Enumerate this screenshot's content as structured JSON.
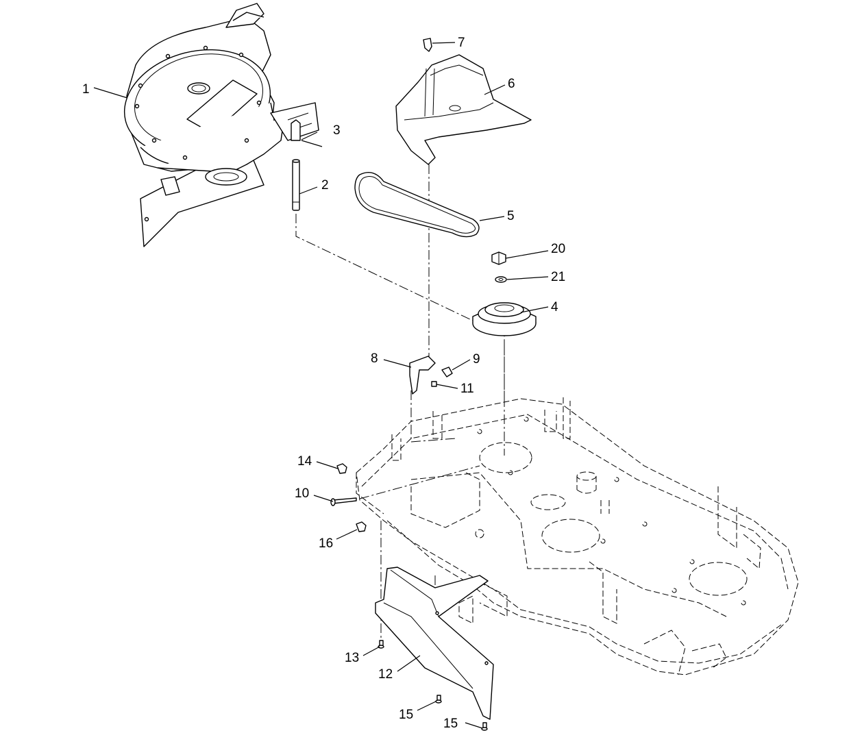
{
  "diagram": {
    "callouts": [
      {
        "id": "1",
        "text": "1"
      },
      {
        "id": "2",
        "text": "2"
      },
      {
        "id": "3",
        "text": "3"
      },
      {
        "id": "4",
        "text": "4"
      },
      {
        "id": "5",
        "text": "5"
      },
      {
        "id": "6",
        "text": "6"
      },
      {
        "id": "7",
        "text": "7"
      },
      {
        "id": "8",
        "text": "8"
      },
      {
        "id": "9",
        "text": "9"
      },
      {
        "id": "10",
        "text": "10"
      },
      {
        "id": "11",
        "text": "11"
      },
      {
        "id": "12",
        "text": "12"
      },
      {
        "id": "13",
        "text": "13"
      },
      {
        "id": "14",
        "text": "14"
      },
      {
        "id": "15a",
        "text": "15"
      },
      {
        "id": "15b",
        "text": "15"
      },
      {
        "id": "16",
        "text": "16"
      },
      {
        "id": "20",
        "text": "20"
      },
      {
        "id": "21",
        "text": "21"
      }
    ]
  }
}
